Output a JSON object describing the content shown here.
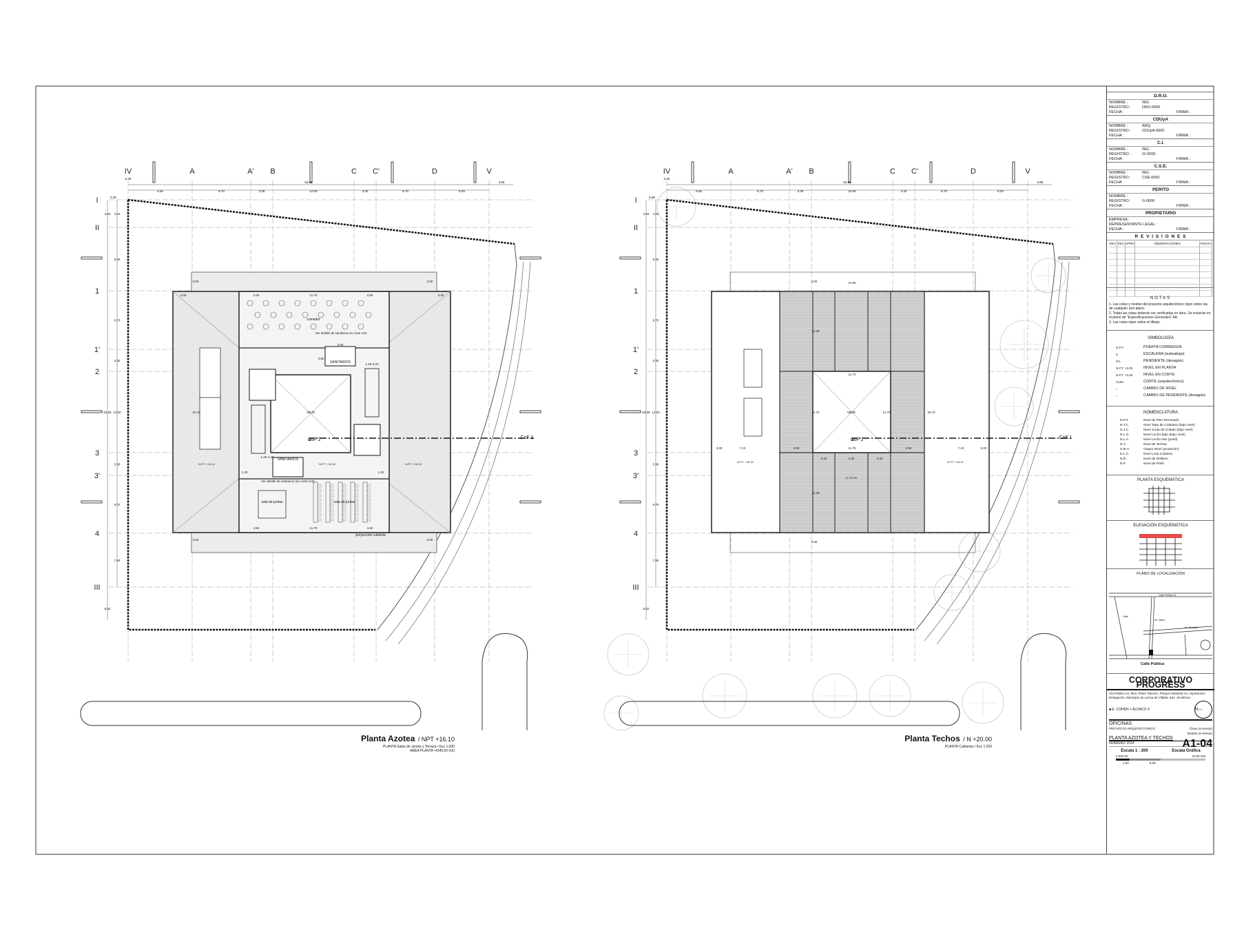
{
  "title_block": {
    "sections": [
      {
        "header": "D.R.O.",
        "rows": [
          [
            "NOMBRE :",
            "ING."
          ],
          [
            "REGISTRO :",
            "DRO-0000"
          ],
          [
            "FECHA :",
            "FIRMA :"
          ]
        ]
      },
      {
        "header": "CDUyA",
        "rows": [
          [
            "NOMBRE :",
            "ARQ."
          ],
          [
            "REGISTRO :",
            "CDUyA-0000"
          ],
          [
            "FECHA :",
            "FIRMA :"
          ]
        ]
      },
      {
        "header": "C.I.",
        "rows": [
          [
            "NOMBRE :",
            "ING."
          ],
          [
            "REGISTRO :",
            "CI-0000"
          ],
          [
            "FECHA :",
            "FIRMA :"
          ]
        ]
      },
      {
        "header": "C.S.E.",
        "rows": [
          [
            "NOMBRE :",
            "ING."
          ],
          [
            "REGISTRO :",
            "CSE-0000"
          ],
          [
            "FECHA :",
            "FIRMA :"
          ]
        ]
      },
      {
        "header": "PERITO",
        "rows": [
          [
            "NOMBRE :",
            ""
          ],
          [
            "REGISTRO :",
            "G-0000"
          ],
          [
            "FECHA :",
            "FIRMA :"
          ]
        ]
      }
    ],
    "owner": {
      "header": "PROPIETARIO",
      "rows": [
        [
          "EMPRESA :",
          ""
        ],
        [
          "REPRESENTANTE LEGAL :",
          ""
        ],
        [
          "FECHA :",
          "FIRMA :"
        ]
      ]
    },
    "revisions": {
      "header": "R E V I S I O N E S",
      "columns": [
        "REV.",
        "REV.",
        "APRO.",
        "OBSERVACIONES",
        "FECHA"
      ]
    },
    "notes": {
      "header": "NOTAS",
      "items": [
        "1. Las cotas y niveles del proyecto arquitectónico rigen sobre las de cualquier otro plano.",
        "2. Todas las cotas deberán ser verificadas en obra. Se incluirán en el plano de \"Especificaciones Generales\" AA.",
        "3. Las cotas rigen sobre el dibujo."
      ]
    },
    "symbology": {
      "header": "SIMBOLOGÍA",
      "items": [
        "PUERTA CORREDIZA",
        "ESCALERA (subeabajo)",
        "PENDIENTE (desagüe)",
        "NIVEL EN PLANTA",
        "NIVEL EN CORTE",
        "CORTE (arquitectónico)",
        "CAMBIO DE NIVEL",
        "CAMBIO DE PENDIENTE (desagüe)"
      ],
      "glyphs": [
        "N.P.T.",
        "S",
        "2%",
        "N.P.T. +0.00",
        "N.P.T. +0.00",
        "Corte"
      ]
    },
    "nomenclature": {
      "header": "NOMENCLATURA",
      "items": [
        [
          "N.P.T.",
          "Nivel de Piso Terminado"
        ],
        [
          "N.T.C.",
          "Nivel Tapa de Coladera (bajo nivel)"
        ],
        [
          "N.J.C.",
          "Nivel Junta de Colado (bajo nivel)"
        ],
        [
          "N.L.S.",
          "Nivel Lecho Bajo (bajo nivel)"
        ],
        [
          "N.L.A.",
          "Nivel Lecho Alto (pretil)"
        ],
        [
          "N.T.",
          "Nivel de Techos"
        ],
        [
          "S.M.A.",
          "Origen Nivel (acotación)"
        ],
        [
          "N.L.C.",
          "Nivel Losa Cubierta"
        ],
        [
          "N.R.",
          "Nivel de Rellleno"
        ],
        [
          "N.P.",
          "Nivel de Pretil"
        ]
      ]
    },
    "schematic_plan": "PLANTA ESQUEMÁTICA",
    "schematic_elevation": "ELEVACIÓN ESQUEMÁTICA",
    "location_plan": {
      "header": "PLANO DE LOCALIZACIÓN",
      "streets": [
        "Calle Pública 12",
        "Av. Principal",
        "Av. Vasco",
        "Calle",
        "Calle Pública"
      ]
    },
    "project": {
      "name": "CORPORATIVO PROGRESS",
      "address": "Vía Pública 12, Mza. Pitirre Telecón, Parque Industrial Co. Hipódromo; Delegación, Municipio de Lerma de Villada, Edo. de México",
      "firm": "E. COHEN + ALDACO 4",
      "north": "N",
      "use": "OFICINAS",
      "project_type": "PROYECTO ARQUITECTÓNICO",
      "code1": "Clave (a revisar)",
      "code2": "Modelo (a revisar)",
      "sheet_title": "PLANTA AZOTEA Y TECHOS",
      "sheet_number": "A1-04",
      "date": "FEBRERO 2014",
      "scale_label": "Escala",
      "scale": "1 : 200",
      "graphic_scale_label": "Escala Gráfica",
      "scale_ticks_top": [
        "0.00",
        "2.00",
        "10.00 mts"
      ],
      "scale_ticks_bottom": [
        "1.00",
        "5.00"
      ]
    }
  },
  "plans": [
    {
      "title": "Planta Azotea",
      "level": "NPT +16.10",
      "subtitle": "PLANTA Salas de Juntas y Terraza / Esc 1:200",
      "area": "AREA PLANTA =(545.00 m2)",
      "rooms": [
        "comedor",
        "vacío",
        "sala de juntas",
        "sala de juntas",
        "SANITARIOS",
        "SANITARIOS",
        "proyección cubierta",
        "Ver detalle de sanitarios en corte A10",
        "Ver detalle de sanitarios (en corte A10)",
        "CoF 2",
        "CoF 1",
        "N.P.T. +16.10",
        "N.P.T. +16.10",
        "N.P.T. +16.10"
      ],
      "dims": [
        "3.00",
        "3.00",
        "3.00",
        "3.00",
        "4.50",
        "11.70",
        "4.50",
        "4.50",
        "11.70",
        "4.50",
        "4.00",
        "3.50",
        "1.20",
        "1.20",
        "3.00",
        "3.00",
        "22.40",
        "1.20-1.40",
        "1.40-4.20"
      ]
    },
    {
      "title": "Planta Techos",
      "level": "N +20.00",
      "subtitle": "PLANTA Cubiertas / Esc 1:200",
      "rooms": [
        "vacío",
        "CoF 2",
        "CoF 1",
        "N.P.T. +16.10",
        "N.P.T. +16.10",
        "N +20.00"
      ],
      "dims": [
        "3.00",
        "21.90",
        "11.40",
        "11.70",
        "11.70",
        "11.70",
        "11.70",
        "35.70",
        "3.00",
        "7.10",
        "4.50",
        "4.50",
        "7.10",
        "3.00",
        "3.40",
        "4.30",
        "3.40",
        "11.40",
        "3.00"
      ]
    }
  ],
  "grid": {
    "columns": [
      "IV",
      "A",
      "A'",
      "B",
      "C",
      "C'",
      "D",
      "V"
    ],
    "rows": [
      "I",
      "II",
      "1",
      "1'",
      "2",
      "3",
      "3'",
      "4",
      "III"
    ],
    "col_dims": [
      "9.45",
      "8.70",
      "3.30",
      "12.00",
      "3.30",
      "8.70",
      "8.20"
    ],
    "col_total": "53.65",
    "col_extra": "3.65",
    "col_start": "0.25",
    "row_dims": [
      "4.04",
      "9.45",
      "8.70",
      "3.30",
      "12.00",
      "3.30",
      "8.70",
      "7.90"
    ],
    "row_total": "53.35",
    "row_start": "0.28",
    "row_end": "6.52",
    "row_first_outer": "4.04"
  },
  "colors": {
    "line": "#111111",
    "grid": "#9a9a9a",
    "terrace": "#ececec",
    "highlight": "#e84a4a",
    "tree": "#c8c8c8"
  }
}
